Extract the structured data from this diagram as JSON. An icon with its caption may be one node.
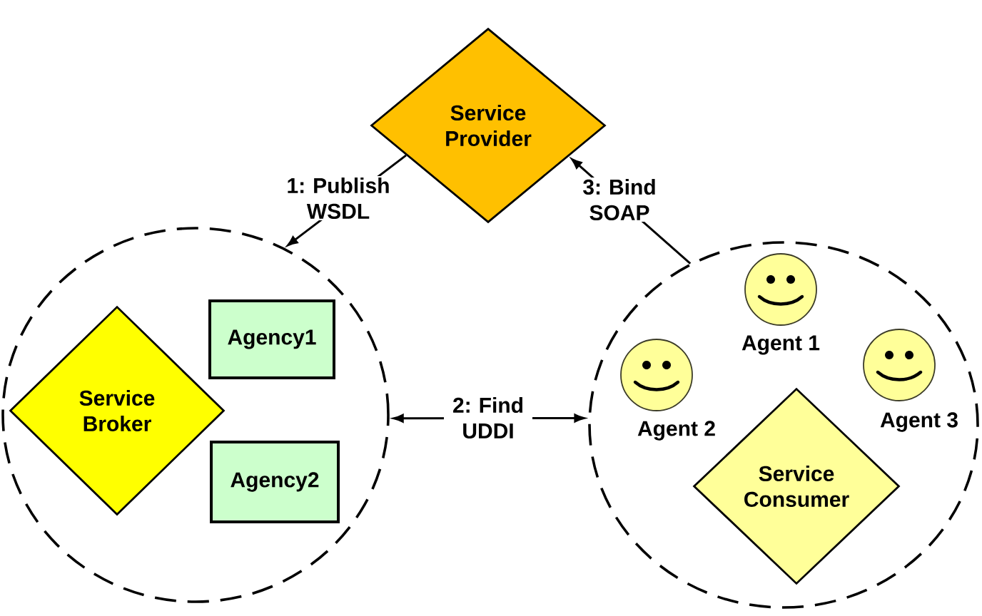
{
  "diagram": {
    "nodes": [
      {
        "text": [
          "Service Provider"
        ]
      },
      {
        "text": [],
        "shape": "circle"
      },
      {
        "text": [
          "Service Broker"
        ],
        "in": 1
      },
      {
        "text": [
          "Agency1"
        ],
        "in": 1
      },
      {
        "text": [
          "Agency2"
        ],
        "in": 1
      },
      {
        "text": [],
        "shape": "circle"
      },
      {
        "text": [],
        "shape": "picture",
        "beside": [
          "Agent 2"
        ],
        "in": 5
      },
      {
        "text": [],
        "shape": "picture",
        "beside": [
          "Agent 1"
        ],
        "in": 5
      },
      {
        "text": [],
        "shape": "picture",
        "beside": [
          "Agent 3"
        ],
        "in": 5
      },
      {
        "text": [
          "Service Consumer"
        ],
        "in": 5
      }
    ],
    "edges": [
      {
        "from": 0,
        "to": 1,
        "arrow": "to",
        "label": "1: Publish WSDL"
      },
      {
        "from": 1,
        "to": 5,
        "arrow": "both",
        "label": "2: Find UDDI"
      },
      {
        "from": 5,
        "to": 0,
        "arrow": "to",
        "label": "3: Bind SOAP"
      }
    ]
  }
}
